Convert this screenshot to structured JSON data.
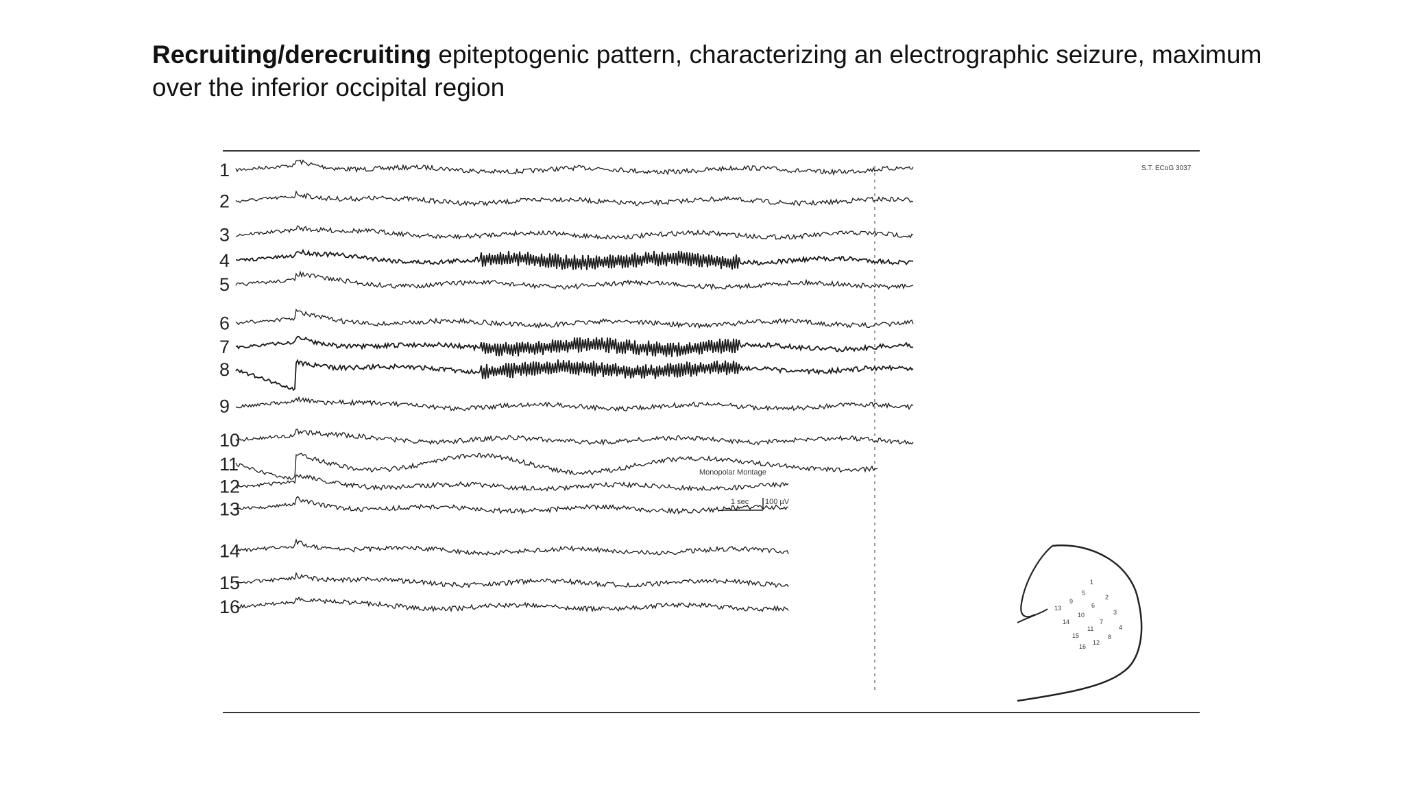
{
  "caption": {
    "bold": "Recruiting/derecruiting",
    "rest": " epiteptogenic pattern, characterizing an electrographic seizure, maximum over the inferior occipital region"
  },
  "figure": {
    "record_id": "S.T. ECoG 3037",
    "montage": "Monopolar Montage",
    "scale_time": "1 sec",
    "scale_amp": "100 µV",
    "channels": [
      "1",
      "2",
      "3",
      "4",
      "5",
      "6",
      "7",
      "8",
      "9",
      "10",
      "11",
      "12",
      "13",
      "14",
      "15",
      "16"
    ],
    "electrode_map_labels": [
      "1",
      "2",
      "3",
      "4",
      "5",
      "6",
      "7",
      "8",
      "9",
      "10",
      "11",
      "12",
      "13",
      "14",
      "15",
      "16"
    ]
  }
}
